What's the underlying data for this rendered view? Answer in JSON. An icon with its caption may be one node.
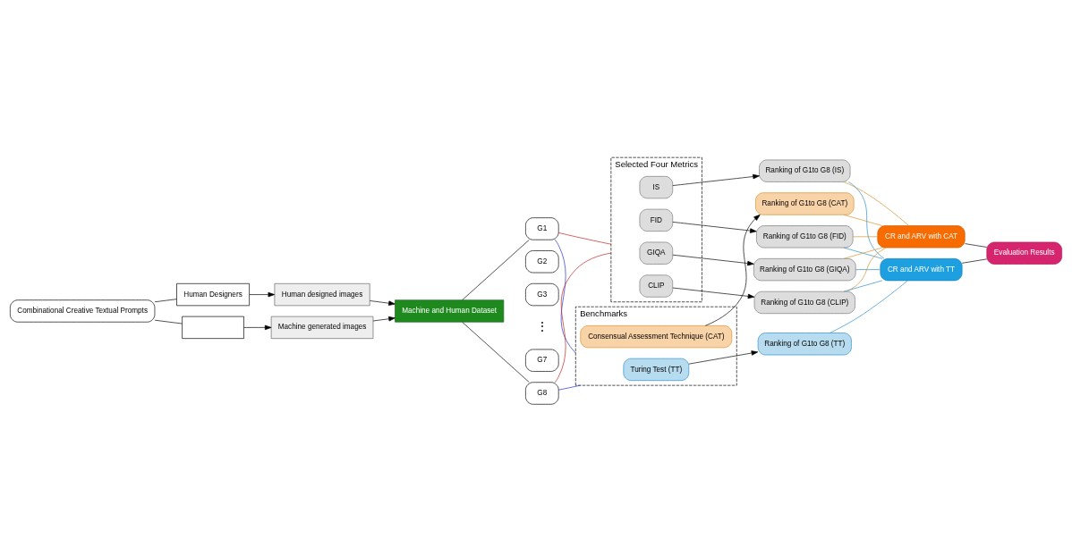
{
  "diagram": {
    "nodes": [
      {
        "text": [
          "Combinational Creative Textual Prompts"
        ]
      },
      {
        "text": [
          "Human Designers"
        ]
      },
      {
        "text": [
          "Human designed images"
        ]
      },
      {
        "text": [
          "Machine generated images"
        ]
      },
      {
        "text": [],
        "shape": "box"
      },
      {
        "text": [
          "Machine and Human Dataset"
        ]
      },
      {
        "text": [
          "G1"
        ]
      },
      {
        "text": [
          "G2"
        ]
      },
      {
        "text": [
          "G3"
        ]
      },
      {
        "text": [
          "G7"
        ]
      },
      {
        "text": [
          "G8"
        ]
      },
      {
        "text": [
          "Benchmarks"
        ]
      },
      {
        "text": [
          "Consensual Assessment Technique (CAT)"
        ],
        "in": 11
      },
      {
        "text": [
          "Turing Test (TT)"
        ],
        "in": 11
      },
      {
        "text": [
          "Selected Four Metrics"
        ]
      },
      {
        "text": [
          "IS"
        ],
        "in": 14
      },
      {
        "text": [
          "FID"
        ],
        "in": 14
      },
      {
        "text": [
          "GIQA"
        ],
        "in": 14
      },
      {
        "text": [
          "CLIP"
        ],
        "in": 14
      },
      {
        "text": [
          "Ranking of G1to G8 (CAT)"
        ]
      },
      {
        "text": [
          "Ranking of G1to G8 (TT)"
        ]
      },
      {
        "text": [
          "Ranking of G1to G8 (IS)"
        ]
      },
      {
        "text": [
          "Ranking of G1to G8 (FID)"
        ]
      },
      {
        "text": [
          "Ranking of G1to G8 (GIQA)"
        ]
      },
      {
        "text": [
          "Ranking of G1to G8 (CLIP)"
        ]
      },
      {
        "text": [
          "CR and ARV with CAT"
        ]
      },
      {
        "text": [
          "CR and ARV with TT"
        ]
      },
      {
        "text": [
          "Evaluation Results"
        ]
      }
    ],
    "edges": [
      {
        "from": 0,
        "to": 1,
        "arrow": "none"
      },
      {
        "from": 0,
        "to": 4,
        "arrow": "none"
      },
      {
        "from": 1,
        "to": 2,
        "arrow": "to"
      },
      {
        "from": 4,
        "to": 3,
        "arrow": "to"
      },
      {
        "from": 2,
        "to": 5,
        "arrow": "to"
      },
      {
        "from": 3,
        "to": 5,
        "arrow": "to"
      },
      {
        "from": 5,
        "to": 6,
        "arrow": "none"
      },
      {
        "from": 5,
        "to": 10,
        "arrow": "none"
      },
      {
        "from": 6,
        "to": 11,
        "arrow": "none",
        "color": "#1a2fd0"
      },
      {
        "from": 10,
        "to": 11,
        "arrow": "none",
        "color": "#1a2fd0"
      },
      {
        "from": 6,
        "to": 14,
        "arrow": "none",
        "color": "#c0201a"
      },
      {
        "from": 10,
        "to": 14,
        "arrow": "none",
        "color": "#c0201a"
      },
      {
        "from": 12,
        "to": 19,
        "arrow": "to"
      },
      {
        "from": 13,
        "to": 20,
        "arrow": "to"
      },
      {
        "from": 15,
        "to": 21,
        "arrow": "to"
      },
      {
        "from": 16,
        "to": 22,
        "arrow": "to"
      },
      {
        "from": 17,
        "to": 23,
        "arrow": "to"
      },
      {
        "from": 18,
        "to": 24,
        "arrow": "to"
      },
      {
        "from": 19,
        "to": 25,
        "arrow": "none",
        "color": "#d4902a"
      },
      {
        "from": 21,
        "to": 25,
        "arrow": "none",
        "color": "#d4902a"
      },
      {
        "from": 22,
        "to": 25,
        "arrow": "none",
        "color": "#d4902a"
      },
      {
        "from": 23,
        "to": 25,
        "arrow": "none",
        "color": "#d4902a"
      },
      {
        "from": 24,
        "to": 25,
        "arrow": "none",
        "color": "#d4902a"
      },
      {
        "from": 20,
        "to": 26,
        "arrow": "none",
        "color": "#2a8ccc"
      },
      {
        "from": 21,
        "to": 26,
        "arrow": "none",
        "color": "#2a8ccc"
      },
      {
        "from": 22,
        "to": 26,
        "arrow": "none",
        "color": "#2a8ccc"
      },
      {
        "from": 23,
        "to": 26,
        "arrow": "none",
        "color": "#2a8ccc"
      },
      {
        "from": 24,
        "to": 26,
        "arrow": "none",
        "color": "#2a8ccc"
      },
      {
        "from": 25,
        "to": 27,
        "arrow": "none"
      },
      {
        "from": 26,
        "to": 27,
        "arrow": "none"
      }
    ],
    "labels": [
      "⋮"
    ]
  }
}
